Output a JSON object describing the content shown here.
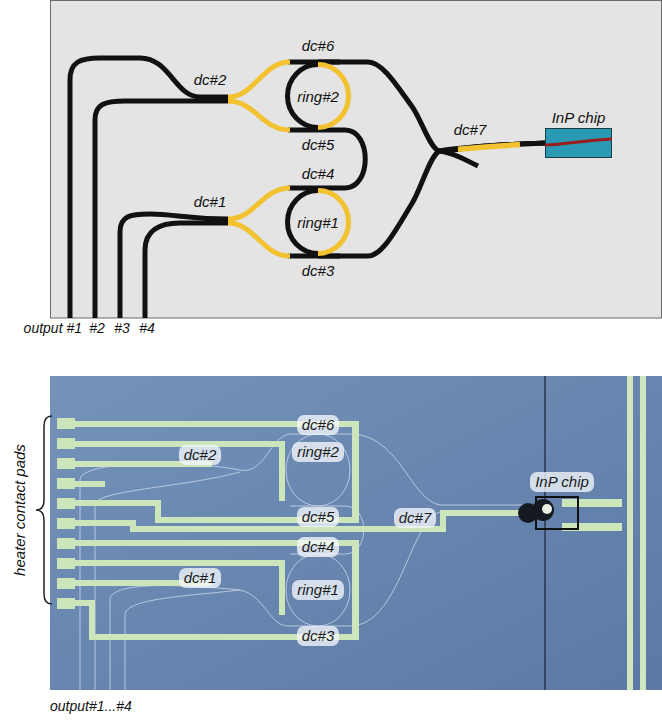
{
  "diagram": {
    "nodes": [
      {
        "text": [
          "ring#2"
        ]
      },
      {
        "text": [
          "ring#1"
        ]
      },
      {
        "text": [
          "InP chip"
        ]
      }
    ],
    "edges": [
      {
        "from": 0,
        "to": 2,
        "arrow": "none"
      },
      {
        "from": 1,
        "to": 2,
        "arrow": "none"
      }
    ],
    "labels": [
      "dc#6",
      "dc#2",
      "dc#5",
      "dc#4",
      "dc#1",
      "dc#3",
      "dc#7",
      "output #1",
      "#2",
      "#3",
      "#4",
      "heater contact pads",
      "dc#6",
      "dc#2",
      "ring#2",
      "dc#5",
      "dc#7",
      "InP chip",
      "dc#4",
      "dc#1",
      "ring#1",
      "dc#3",
      "output#1...#4"
    ]
  }
}
